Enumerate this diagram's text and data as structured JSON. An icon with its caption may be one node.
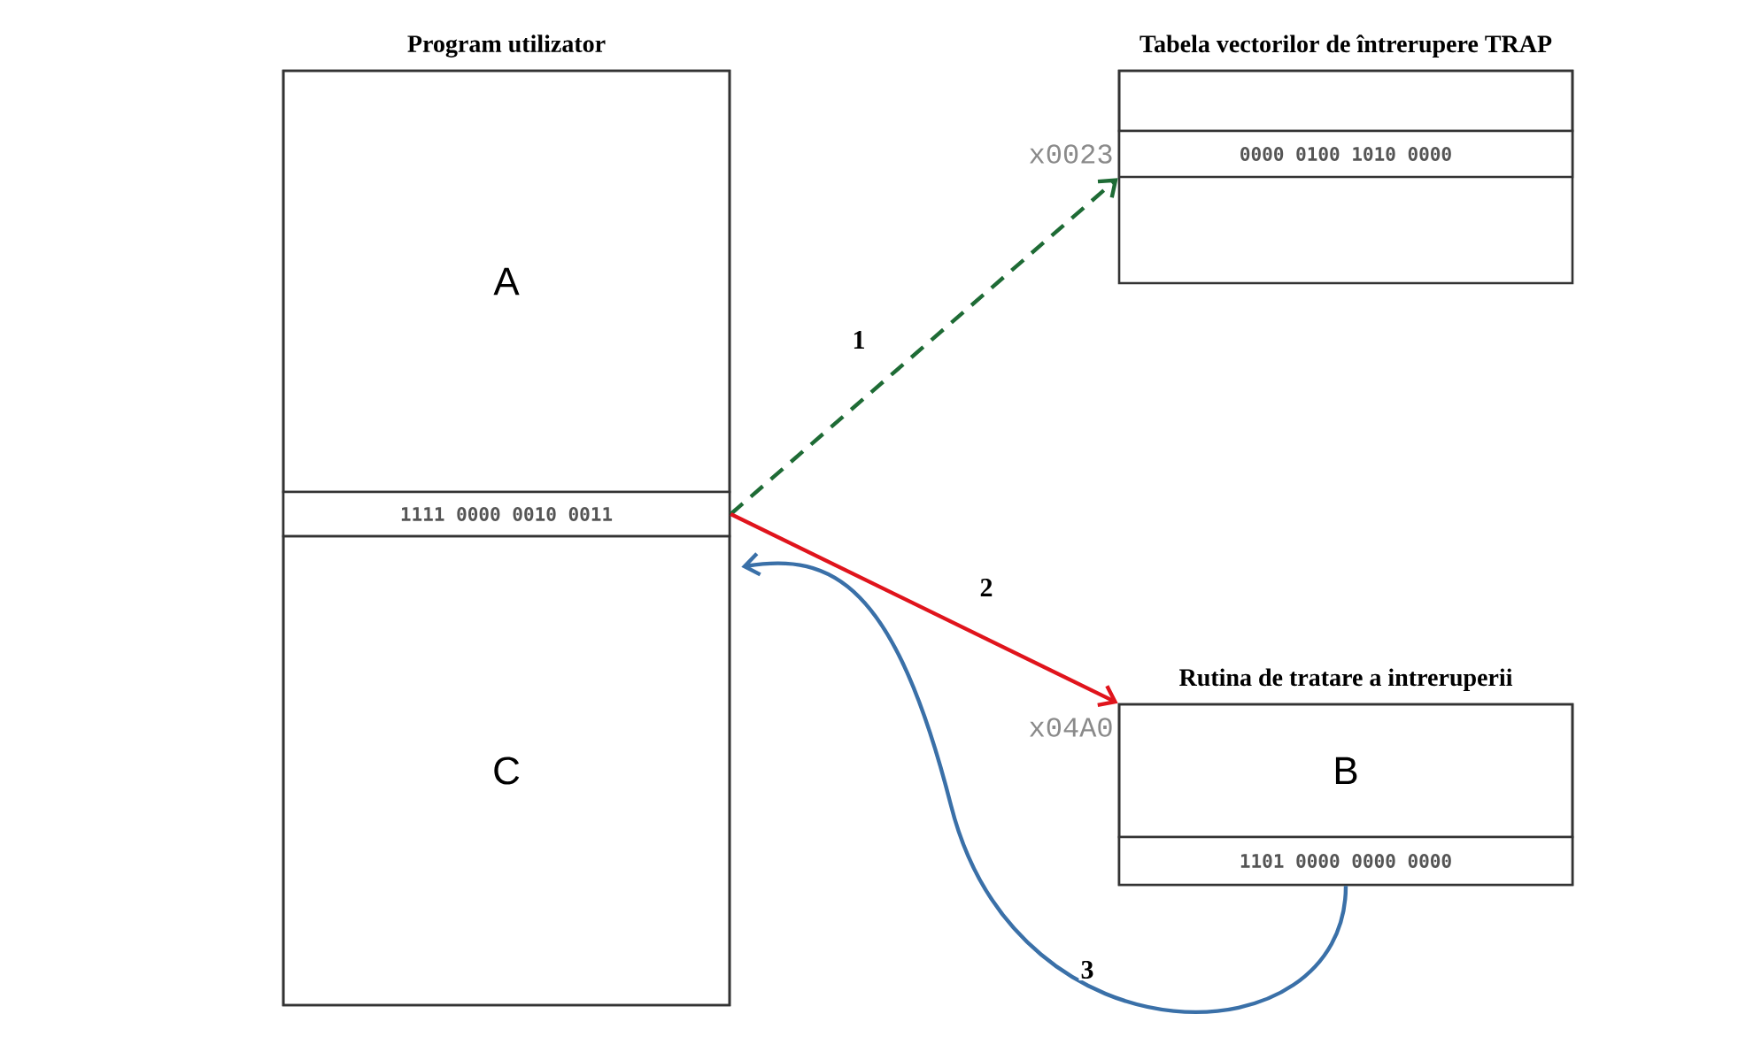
{
  "diagram": {
    "nodes": [
      {
        "text": [
          "Program utilizator"
        ]
      },
      {
        "text": [
          "A"
        ],
        "in": 0
      },
      {
        "text": [
          "1111 0000 0010 0011"
        ],
        "in": 0
      },
      {
        "text": [
          "C"
        ],
        "in": 0
      },
      {
        "text": [
          "Tabela vectorilor de întrerupere TRAP"
        ]
      },
      {
        "text": [
          "0000 0100 1010 0000"
        ],
        "in": 4,
        "beside": [
          "x0023"
        ]
      },
      {
        "text": [
          "Rutina de tratare a intreruperii"
        ]
      },
      {
        "text": [
          "B"
        ],
        "in": 6,
        "beside": [
          "x04A0"
        ]
      },
      {
        "text": [
          "1101 0000 0000 0000"
        ],
        "in": 6
      }
    ],
    "edges": [
      {
        "from": 2,
        "to": 5,
        "arrow": "to",
        "label": "1",
        "style": "dashed",
        "color": "#1e6b35"
      },
      {
        "from": 2,
        "to": 7,
        "arrow": "to",
        "label": "2",
        "color": "#e0141c"
      },
      {
        "from": 8,
        "to": 3,
        "arrow": "to",
        "label": "3",
        "color": "#3a70a8"
      }
    ]
  }
}
